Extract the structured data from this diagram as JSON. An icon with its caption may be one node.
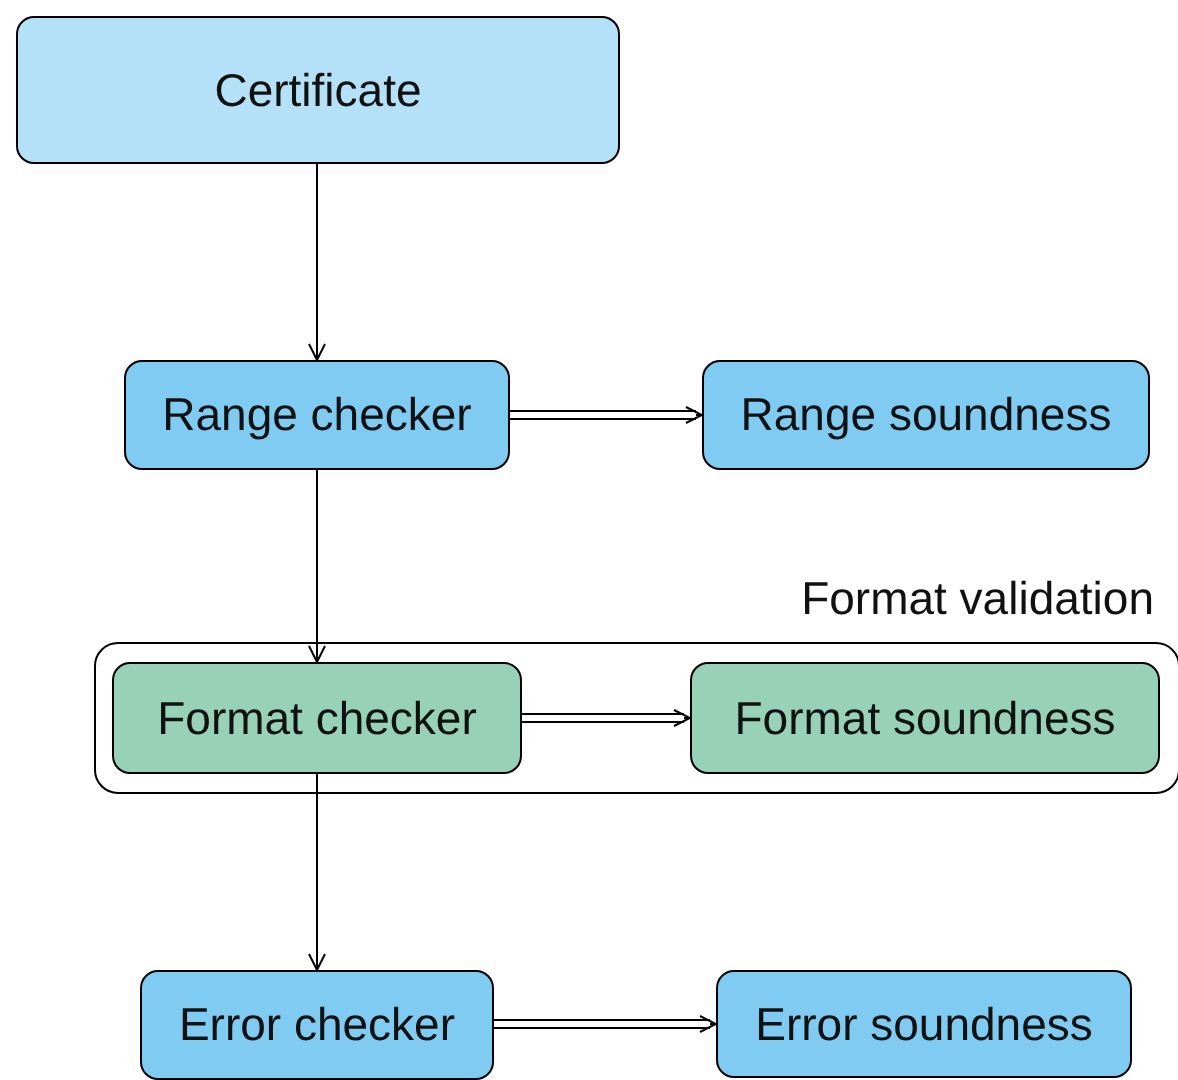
{
  "diagram": {
    "nodes": [
      {
        "text": [
          "Certificate"
        ]
      },
      {
        "text": [
          "Range checker"
        ]
      },
      {
        "text": [
          "Range soundness"
        ]
      },
      {
        "text": [
          "Format validation"
        ]
      },
      {
        "text": [
          "Format checker"
        ],
        "in": 3
      },
      {
        "text": [
          "Format soundness"
        ],
        "in": 3
      },
      {
        "text": [
          "Error checker"
        ]
      },
      {
        "text": [
          "Error soundness"
        ]
      }
    ],
    "edges": [
      {
        "from": 0,
        "to": 1,
        "arrow": "to"
      },
      {
        "from": 1,
        "to": 2,
        "arrow": "to"
      },
      {
        "from": 1,
        "to": 4,
        "arrow": "to"
      },
      {
        "from": 4,
        "to": 5,
        "arrow": "to"
      },
      {
        "from": 4,
        "to": 6,
        "arrow": "to"
      },
      {
        "from": 6,
        "to": 7,
        "arrow": "to"
      }
    ]
  }
}
